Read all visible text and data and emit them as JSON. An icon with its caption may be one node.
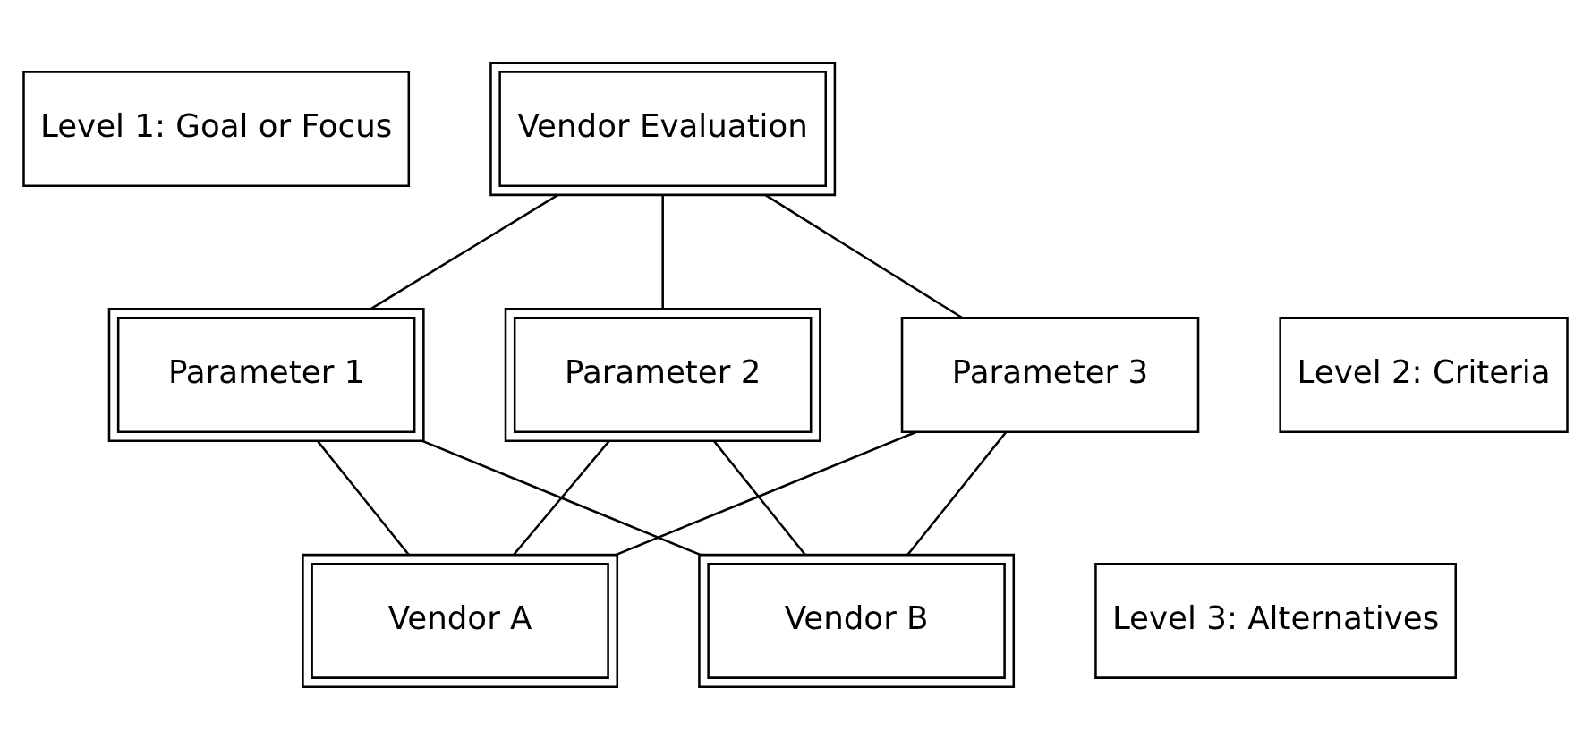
{
  "diagram": {
    "nodes": [
      {
        "text": [
          "Level 1: Goal or Focus"
        ]
      },
      {
        "text": [
          "Vendor Evaluation"
        ]
      },
      {
        "text": [
          "Level 2: Criteria"
        ]
      },
      {
        "text": [
          "Parameter 1"
        ]
      },
      {
        "text": [
          "Parameter 2"
        ]
      },
      {
        "text": [
          "Parameter 3"
        ]
      },
      {
        "text": [
          "Level 3: Alternatives"
        ]
      },
      {
        "text": [
          "Vendor A"
        ]
      },
      {
        "text": [
          "Vendor B"
        ]
      }
    ],
    "edges": [
      {
        "from": 1,
        "to": 3,
        "arrow": "none"
      },
      {
        "from": 1,
        "to": 4,
        "arrow": "none"
      },
      {
        "from": 1,
        "to": 5,
        "arrow": "none"
      },
      {
        "from": 3,
        "to": 7,
        "arrow": "none"
      },
      {
        "from": 3,
        "to": 8,
        "arrow": "none"
      },
      {
        "from": 4,
        "to": 7,
        "arrow": "none"
      },
      {
        "from": 4,
        "to": 8,
        "arrow": "none"
      },
      {
        "from": 5,
        "to": 7,
        "arrow": "none"
      },
      {
        "from": 5,
        "to": 8,
        "arrow": "none"
      }
    ]
  }
}
